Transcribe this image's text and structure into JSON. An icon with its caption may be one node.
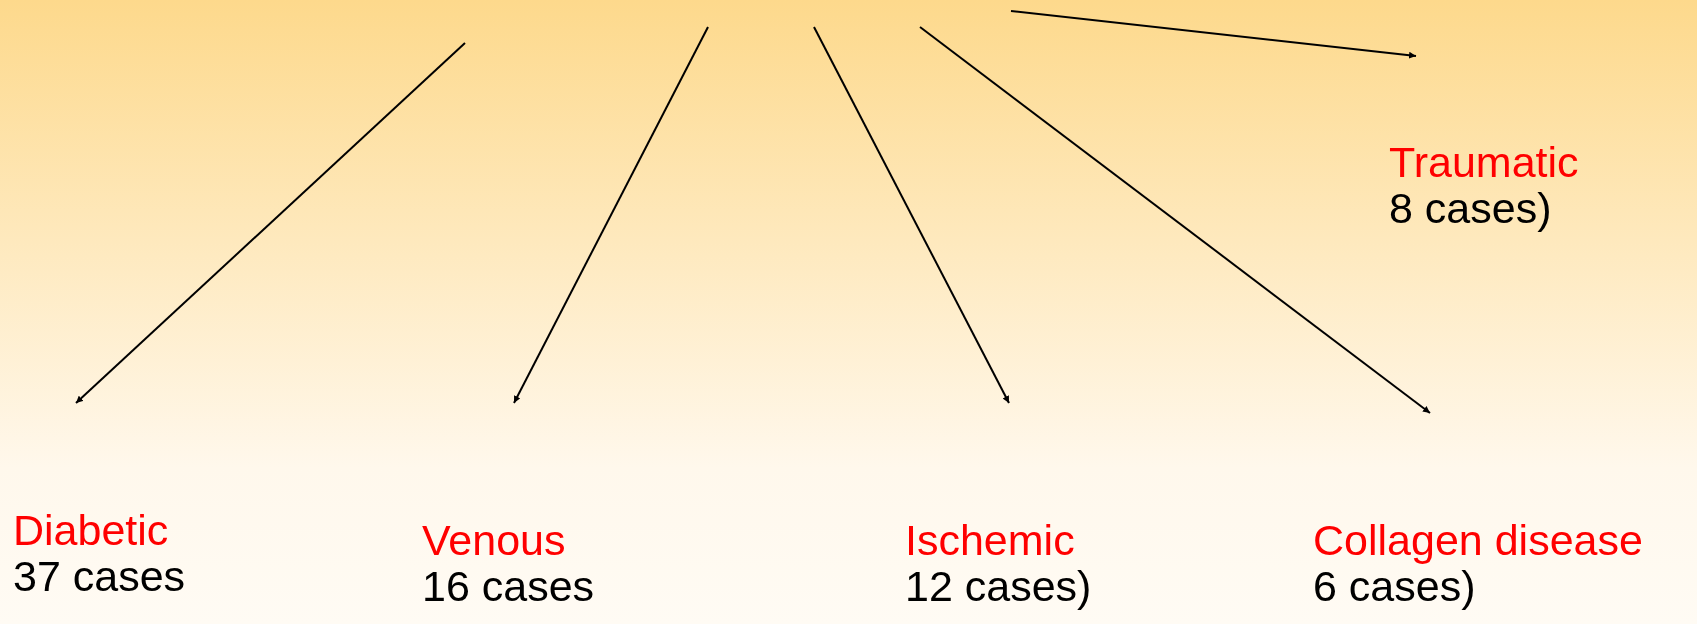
{
  "diagram": {
    "nodes": [
      {
        "text": [
          "Diabetic",
          "37 cases"
        ]
      },
      {
        "text": [
          "Venous",
          "16 cases"
        ]
      },
      {
        "text": [
          "Ischemic",
          "12 cases)"
        ]
      },
      {
        "text": [
          "Collagen disease",
          "6 cases)"
        ]
      },
      {
        "text": [
          "Traumatic",
          "8 cases)"
        ]
      }
    ],
    "edges": [
      {
        "from": null,
        "to": 0,
        "arrow": "to"
      },
      {
        "from": null,
        "to": 1,
        "arrow": "to"
      },
      {
        "from": null,
        "to": 2,
        "arrow": "to"
      },
      {
        "from": null,
        "to": 3,
        "arrow": "to"
      },
      {
        "from": null,
        "to": 4,
        "arrow": "to"
      }
    ]
  }
}
